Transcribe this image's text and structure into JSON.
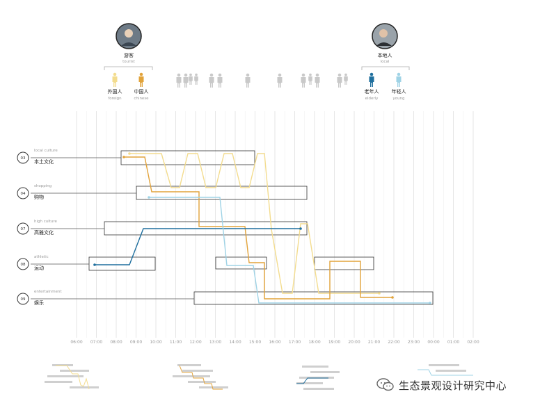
{
  "groups": {
    "tourist": {
      "label": "游客",
      "sub": "tourist"
    },
    "local": {
      "label": "本地人",
      "sub": "local"
    }
  },
  "personas": [
    {
      "label": "外国人",
      "sub": "foreign",
      "color": "#f3dc8e"
    },
    {
      "label": "中国人",
      "sub": "chinese",
      "color": "#e2a33a"
    },
    {
      "label": "老年人",
      "sub": "elderly",
      "color": "#1f6f9e"
    },
    {
      "label": "年轻人",
      "sub": "young",
      "color": "#9fd3e6"
    }
  ],
  "gray_color": "#c9c9c9",
  "activities": [
    {
      "num": "03",
      "en": "local culture",
      "zh": "本土文化"
    },
    {
      "num": "04",
      "en": "shopping",
      "zh": "购物"
    },
    {
      "num": "07",
      "en": "high culture",
      "zh": "高雅文化"
    },
    {
      "num": "08",
      "en": "athletic",
      "zh": "运动"
    },
    {
      "num": "09",
      "en": "entertainment",
      "zh": "娱乐"
    }
  ],
  "times": [
    "06:00",
    "07:00",
    "08:00",
    "09:00",
    "10:00",
    "11:00",
    "12:00",
    "13:00",
    "14:00",
    "15:00",
    "16:00",
    "17:00",
    "18:00",
    "19:00",
    "20:00",
    "21:00",
    "22:00",
    "23:00",
    "00:00",
    "01:00",
    "02:00"
  ],
  "watermark": {
    "text": "生态景观设计研究中心"
  }
}
